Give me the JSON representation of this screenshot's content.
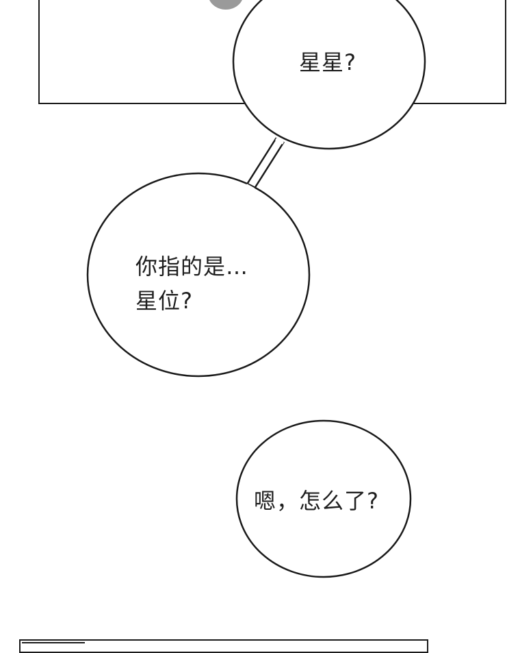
{
  "comic": {
    "bubbles": [
      {
        "lines": [
          "星星?"
        ]
      },
      {
        "lines": [
          "你指的是…",
          "星位?"
        ]
      },
      {
        "lines": [
          "嗯，怎么了?"
        ]
      }
    ]
  }
}
